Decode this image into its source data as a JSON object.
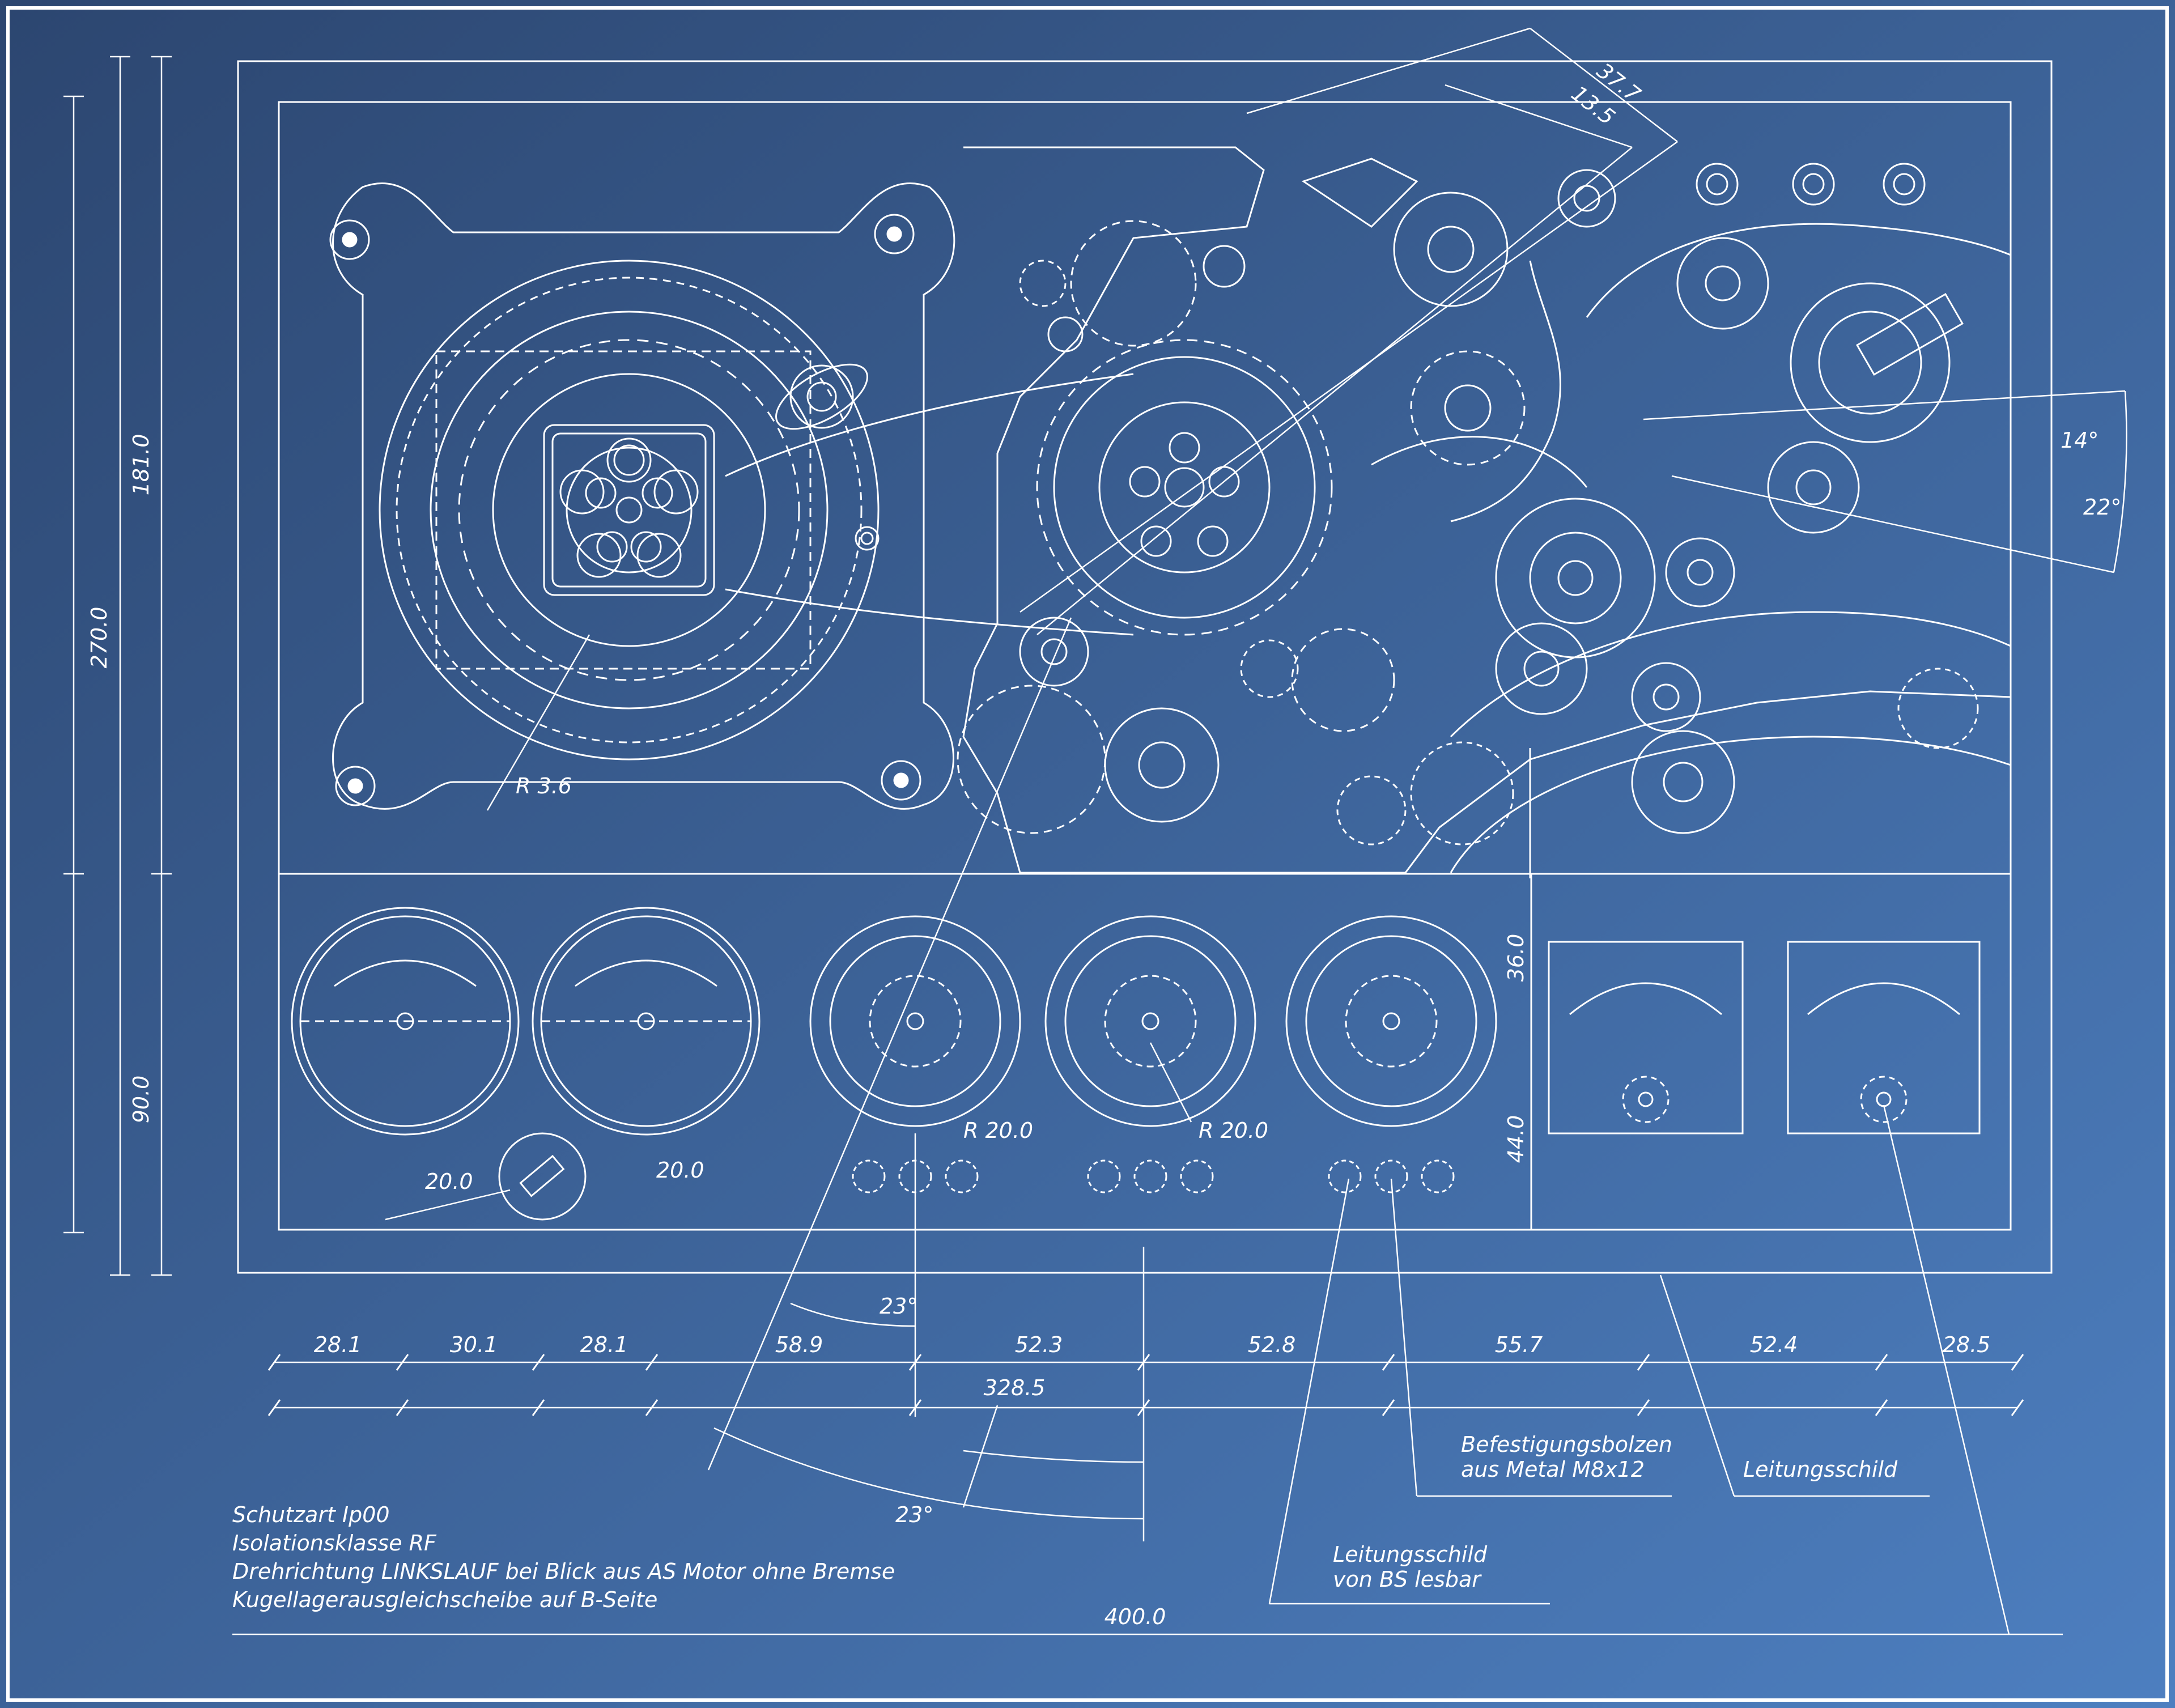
{
  "colors": {
    "background_dark": "#2c4670",
    "background_light": "#4d7fc0",
    "line": "#ffffff"
  },
  "dimensions": {
    "left_vertical": [
      "270.0",
      "181.0",
      "90.0"
    ],
    "right_vertical": [
      "36.0",
      "44.0"
    ],
    "radii": [
      "R 3.6",
      "R 20.0",
      "R 20.0"
    ],
    "gauge_widths": [
      "20.0",
      "20.0"
    ],
    "chain": [
      "28.1",
      "30.1",
      "28.1",
      "58.9",
      "52.3",
      "52.8",
      "55.7",
      "52.4",
      "28.5"
    ],
    "partial_total": "328.5",
    "overall_width": "400.0",
    "top_diagonal": [
      "37.7",
      "13.5"
    ],
    "angles": [
      "14°",
      "22°",
      "23°",
      "23°"
    ]
  },
  "notes": {
    "spec_lines": [
      "Schutzart Ip00",
      "Isolationsklasse RF",
      "Drehrichtung LINKSLAUF bei Blick aus AS Motor ohne Bremse",
      "Kugellagerausgleichscheibe auf B-Seite"
    ],
    "bolt_label": [
      "Befestigungsbolzen",
      "aus Metal M8x12"
    ],
    "plate_label_bs": [
      "Leitungsschild",
      "von BS lesbar"
    ],
    "plate_label": "Leitungsschild"
  }
}
